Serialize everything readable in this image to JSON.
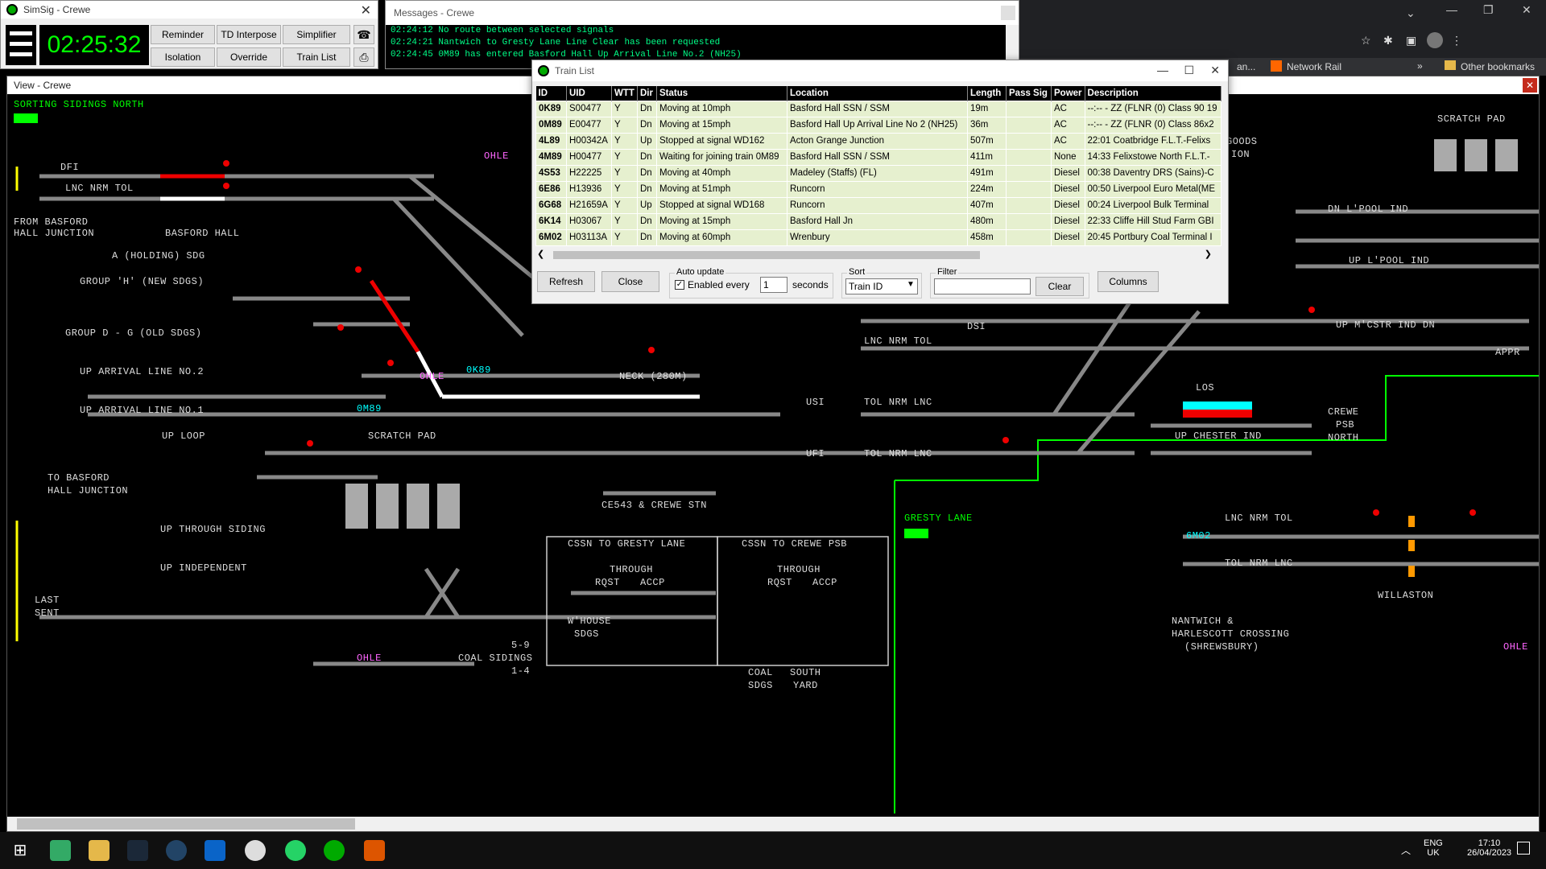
{
  "simsig": {
    "title": "SimSig - Crewe",
    "clock": "02:25:32",
    "buttons": [
      "Reminder",
      "TD Interpose",
      "Simplifier",
      "Isolation",
      "Override",
      "Train List"
    ]
  },
  "messages": {
    "title": "Messages - Crewe",
    "lines": [
      "02:24:12 No route between selected signals",
      "02:24:21 Nantwich to Gresty Lane Line Clear has been requested",
      "02:24:45 0M89 has entered Basford Hall Up Arrival Line No.2 (NH25)"
    ]
  },
  "browser": {
    "bookmark_partial": "an...",
    "bookmark": "Network Rail",
    "more": "»",
    "other": "Other bookmarks"
  },
  "view": {
    "title": "View - Crewe",
    "labels": {
      "sorting_sidings_north": "SORTING SIDINGS NORTH",
      "from_basford": "FROM BASFORD",
      "hall_junction": "HALL JUNCTION",
      "basford_hall": "BASFORD HALL",
      "a_holding": "A (HOLDING) SDG",
      "group_h": "GROUP 'H' (NEW SDGS)",
      "group_dg": "GROUP D - G (OLD SDGS)",
      "up_arr2": "UP ARRIVAL LINE NO.2",
      "up_arr1": "UP ARRIVAL LINE NO.1",
      "up_loop": "UP LOOP",
      "scratch_pad": "SCRATCH PAD",
      "scratch_pad2": "SCRATCH PAD",
      "to_basford": "TO BASFORD",
      "hall_junction2": "HALL JUNCTION",
      "up_through_siding": "UP THROUGH SIDING",
      "up_independent": "UP INDEPENDENT",
      "last_sent": "LAST",
      "sent": "SENT",
      "ohle": "OHLE",
      "ohle2": "OHLE",
      "ohle3": "OHLE",
      "ohle4": "OHLE",
      "neck": "NECK (280M)",
      "usi": "USI",
      "ufi": "UFI",
      "dsi": "DSI",
      "dfi": "DFI",
      "ce543": "CE543 & CREWE STN",
      "cssn_gresty": "CSSN TO GRESTY LANE",
      "cssn_crewe": "CSSN TO CREWE PSB",
      "through": "THROUGH",
      "rqst": "RQST",
      "accp": "ACCP",
      "whouse": "W'HOUSE",
      "sdgs": "SDGS",
      "coal": "COAL",
      "south": "SOUTH",
      "yard": "YARD",
      "coal_sidings": "COAL SIDINGS",
      "sidings_14": "1-4",
      "s59": "5-9",
      "gresty_lane": "GRESTY LANE",
      "nantwich": "NANTWICH &",
      "harlescott": "HARLESCOTT CROSSING",
      "shrewsbury": "(SHREWSBURY)",
      "willaston": "WILLASTON",
      "up_chester_ind": "UP CHESTER IND",
      "crewe_psb": "CREWE",
      "psb": "PSB",
      "north": "NORTH",
      "up_lpool_ind": "UP L'POOL IND",
      "dn_lpool_ind": "DN L'POOL IND",
      "up_mcstr_ind": "UP M'CSTR IND DN",
      "goods": "GOODS",
      "ion": "ION",
      "los": "LOS",
      "appr": "APPR",
      "lnc_nrm_tol": "LNC NRM TOL",
      "tol_nrm_lnc": "TOL NRM LNC"
    },
    "trains": {
      "t0k89": "0K89",
      "t0m89": "0M89",
      "t6m02": "6M02"
    }
  },
  "trainlist": {
    "title": "Train List",
    "columns": [
      "ID",
      "UID",
      "WTT",
      "Dir",
      "Status",
      "Location",
      "Length",
      "Pass Sig",
      "Power",
      "Description"
    ],
    "rows": [
      [
        "0K89",
        "S00477",
        "Y",
        "Dn",
        "Moving at 10mph",
        "Basford Hall SSN / SSM",
        "19m",
        "",
        "AC",
        "--:-- - ZZ (FLNR (0) Class 90 19"
      ],
      [
        "0M89",
        "E00477",
        "Y",
        "Dn",
        "Moving at 15mph",
        "Basford Hall Up Arrival Line No 2 (NH25)",
        "36m",
        "",
        "AC",
        "--:-- - ZZ (FLNR (0) Class 86x2"
      ],
      [
        "4L89",
        "H00342A",
        "Y",
        "Up",
        "Stopped at signal WD162",
        "Acton Grange Junction",
        "507m",
        "",
        "AC",
        "22:01 Coatbridge F.L.T.-Felixs"
      ],
      [
        "4M89",
        "H00477",
        "Y",
        "Dn",
        "Waiting for joining train 0M89",
        "Basford Hall SSN / SSM",
        "411m",
        "",
        "None",
        "14:33 Felixstowe North F.L.T.-"
      ],
      [
        "4S53",
        "H22225",
        "Y",
        "Dn",
        "Moving at 40mph",
        "Madeley (Staffs) (FL)",
        "491m",
        "",
        "Diesel",
        "00:38 Daventry DRS (Sains)-C"
      ],
      [
        "6E86",
        "H13936",
        "Y",
        "Dn",
        "Moving at 51mph",
        "Runcorn",
        "224m",
        "",
        "Diesel",
        "00:50 Liverpool Euro Metal(ME"
      ],
      [
        "6G68",
        "H21659A",
        "Y",
        "Up",
        "Stopped at signal WD168",
        "Runcorn",
        "407m",
        "",
        "Diesel",
        "00:24 Liverpool Bulk Terminal"
      ],
      [
        "6K14",
        "H03067",
        "Y",
        "Dn",
        "Moving at 15mph",
        "Basford Hall Jn",
        "480m",
        "",
        "Diesel",
        "22:33 Cliffe Hill Stud Farm GBI"
      ],
      [
        "6M02",
        "H03113A",
        "Y",
        "Dn",
        "Moving at 60mph",
        "Wrenbury",
        "458m",
        "",
        "Diesel",
        "20:45 Portbury Coal Terminal I"
      ]
    ],
    "refresh": "Refresh",
    "close": "Close",
    "auto_update": "Auto update",
    "enabled_every": "Enabled every",
    "interval": "1",
    "seconds": "seconds",
    "sort": "Sort",
    "sort_value": "Train ID",
    "filter": "Filter",
    "filter_value": "",
    "clear": "Clear",
    "columns_btn": "Columns"
  },
  "taskbar": {
    "lang": "ENG",
    "region": "UK",
    "time": "17:10",
    "date": "26/04/2023"
  }
}
